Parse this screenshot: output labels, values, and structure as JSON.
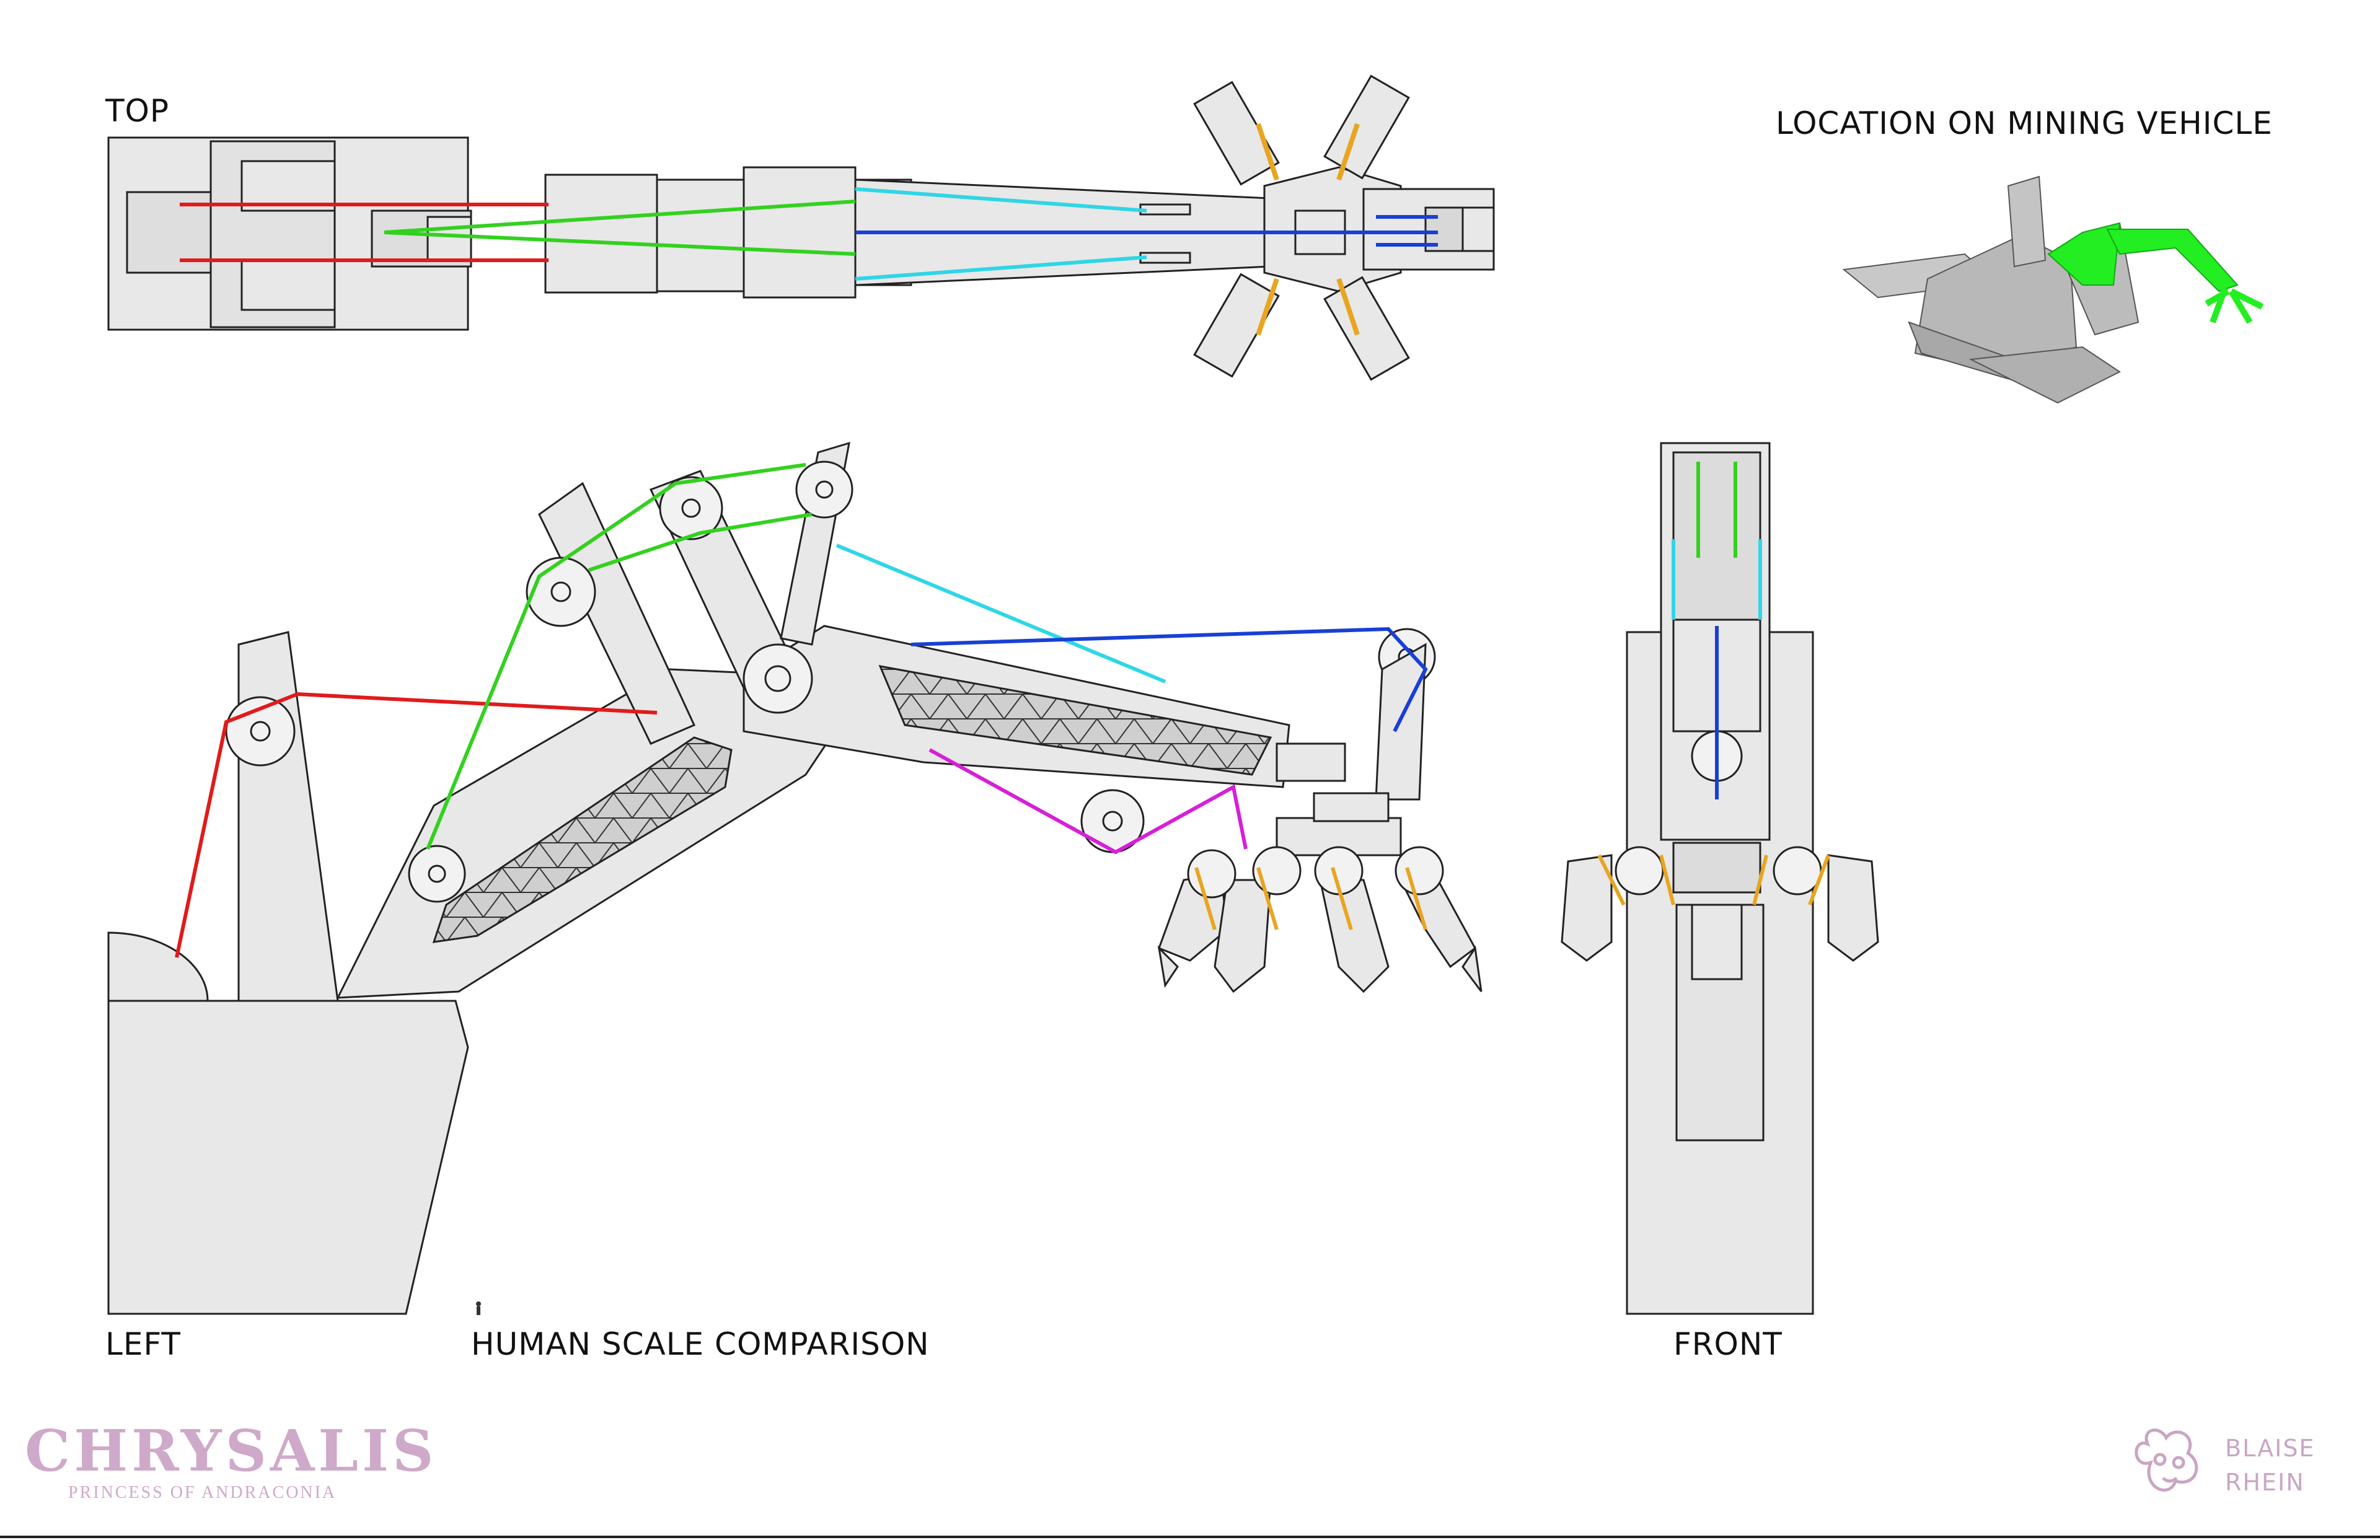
{
  "views": {
    "top": "TOP",
    "left": "LEFT",
    "front": "FRONT",
    "location": "LOCATION ON MINING VEHICLE",
    "human_scale": "HUMAN SCALE COMPARISON"
  },
  "branding": {
    "title": "CHRYSALIS",
    "subtitle": "PRINCESS OF ANDRACONIA",
    "signature_line1": "BLAISE",
    "signature_line2": "RHEIN"
  },
  "cable_colors": {
    "red": "#e01b1b",
    "green": "#33d11f",
    "cyan": "#2fd6e6",
    "blue": "#1840d6",
    "magenta": "#d71fd7",
    "orange": "#e8a520",
    "highlight_green": "#22ee22"
  }
}
